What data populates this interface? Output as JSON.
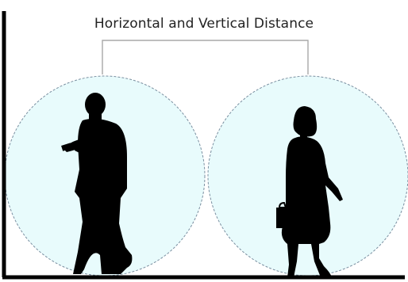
{
  "title": "Horizontal and Vertical Distance",
  "colors": {
    "zone_fill": "#e8fbfc",
    "zone_stroke": "#7a8fa0",
    "bracket": "#a9a9a9",
    "silhouette": "#000000",
    "axis": "#000000",
    "text": "#222222"
  },
  "figures": [
    {
      "name": "man-reading-phone"
    },
    {
      "name": "woman-with-briefcase"
    }
  ]
}
